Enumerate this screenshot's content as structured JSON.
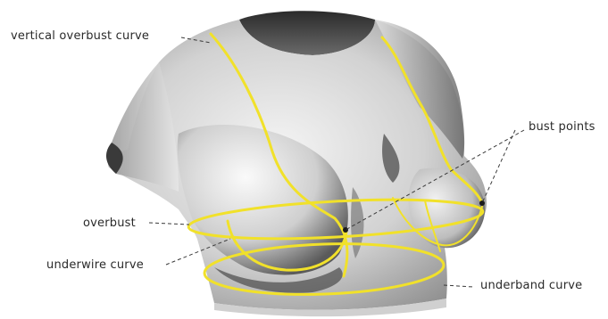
{
  "labels": {
    "vertical_overbust_curve": "vertical overbust curve",
    "overbust": "overbust",
    "underwire_curve": "underwire curve",
    "bust_points": "bust points",
    "underband_curve": "underband curve"
  },
  "colors": {
    "curve": "#f1e12a",
    "leader": "#3a3a3a",
    "torso_light": "#e9e9e9",
    "torso_dark": "#1a1a1a"
  }
}
